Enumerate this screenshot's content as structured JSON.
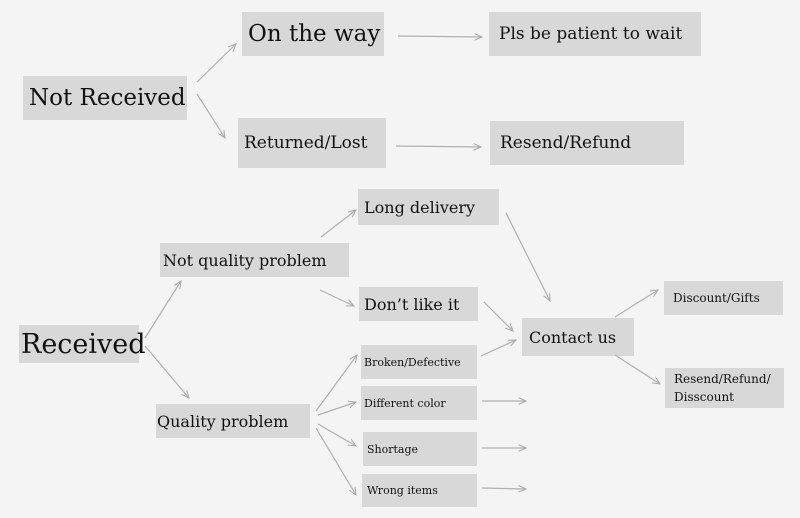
{
  "nodes": {
    "not_received": "Not Received",
    "on_the_way": "On the way",
    "pls_wait": "Pls be patient to wait",
    "returned_lost": "Returned/Lost",
    "resend_refund": "Resend/Refund",
    "received": "Received",
    "not_quality": "Not quality problem",
    "long_delivery": "Long delivery",
    "dont_like": "Don’t like it",
    "contact_us": "Contact us",
    "discount_gifts": "Discount/Gifts",
    "resend_refund_discount_1": "Resend/Refund/",
    "resend_refund_discount_2": "Disscount",
    "quality": "Quality problem",
    "broken": "Broken/Defective",
    "different_color": "Different color",
    "shortage": "Shortage",
    "wrong_items": "Wrong items"
  },
  "colors": {
    "background": "#f4f4f4",
    "box_fill": "#d8d8d8",
    "arrow": "#b0b0b0",
    "text": "#111111"
  }
}
